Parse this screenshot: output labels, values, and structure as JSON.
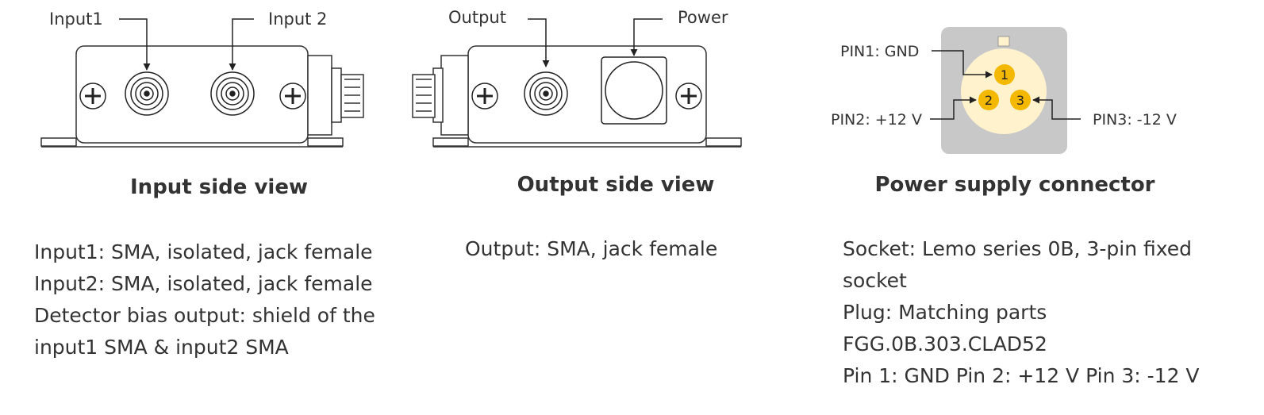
{
  "input_view": {
    "label_input1": "Input1",
    "label_input2": "Input 2",
    "caption": "Input side view",
    "desc_lines": [
      "Input1: SMA, isolated, jack female",
      "Input2: SMA, isolated, jack female",
      "Detector bias output: shield of the",
      "input1 SMA & input2 SMA"
    ]
  },
  "output_view": {
    "label_output": "Output",
    "label_power": "Power",
    "caption": "Output side view",
    "desc_lines": [
      "Output: SMA, jack female"
    ]
  },
  "connector": {
    "label_pin1": "PIN1: GND",
    "label_pin2": "PIN2: +12 V",
    "label_pin3": "PIN3: -12 V",
    "pin_numbers": [
      "1",
      "2",
      "3"
    ],
    "caption": "Power supply connector",
    "desc_lines": [
      "Socket: Lemo series 0B, 3-pin fixed",
      "socket",
      "Plug: Matching parts",
      "FGG.0B.303.CLAD52",
      "Pin 1: GND Pin 2: +12 V Pin 3: -12 V"
    ],
    "colors": {
      "plate": "#c8c8c8",
      "face": "#fff2cc",
      "pin": "#f5b800"
    }
  }
}
